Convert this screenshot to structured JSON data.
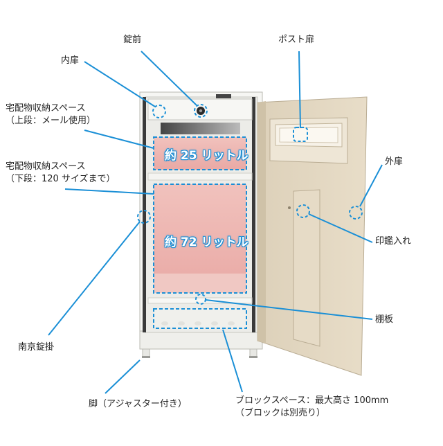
{
  "labels": {
    "lock": "錠前",
    "post_door": "ポスト扉",
    "inner_door": "内扉",
    "upper_space_line1": "宅配物収納スペース",
    "upper_space_line2": "（上段：メール使用）",
    "lower_space_line1": "宅配物収納スペース",
    "lower_space_line2": "（下段：120 サイズまで）",
    "outer_door": "外扉",
    "seal_case": "印鑑入れ",
    "shelf": "棚板",
    "padlock_hook": "南京錠掛",
    "legs": "脚（アジャスター付き）",
    "block_space_line1": "ブロックスペース：最大高さ 100mm",
    "block_space_line2": "（ブロックは別売り）"
  },
  "capacity": {
    "upper": "約 25 リットル",
    "lower": "約 72 リットル"
  },
  "colors": {
    "accent": "#1a8fd6",
    "cabinet": "#f3f3f0",
    "door": "#e2d6bf",
    "storage_fill": "#efb6b2"
  }
}
